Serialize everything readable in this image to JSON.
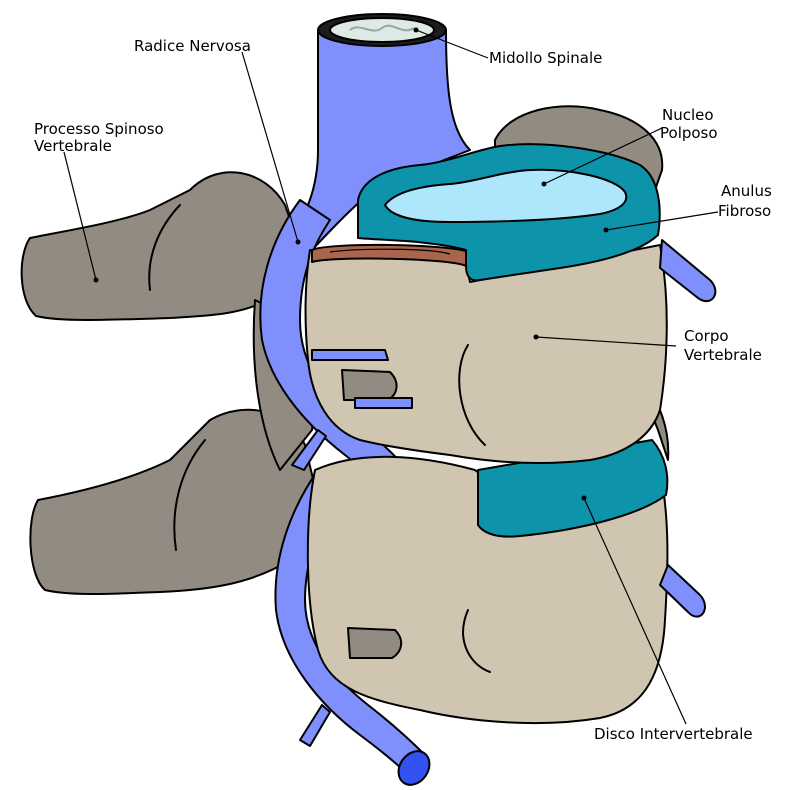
{
  "labels": {
    "midollo_spinale": "Midollo Spinale",
    "radice_nervosa": "Radice Nervosa",
    "processo_spinoso_1": "Processo Spinoso",
    "processo_spinoso_2": "Vertebrale",
    "nucleo_1": "Nucleo",
    "nucleo_2": "Polposo",
    "anulus_1": "Anulus",
    "anulus_2": "Fibroso",
    "corpo_1": "Corpo",
    "corpo_2": "Vertebrale",
    "disco": "Disco Intervertebrale"
  },
  "colors": {
    "bone_body": "#cfc5b0",
    "bone_process": "#928b82",
    "nerve": "#7f8ffb",
    "nerve_tip": "#3350f0",
    "annulus": "#0d94ab",
    "nucleus": "#aee7fb",
    "cord_cap": "#dfe9e6",
    "cut_surface": "#a9664d"
  }
}
